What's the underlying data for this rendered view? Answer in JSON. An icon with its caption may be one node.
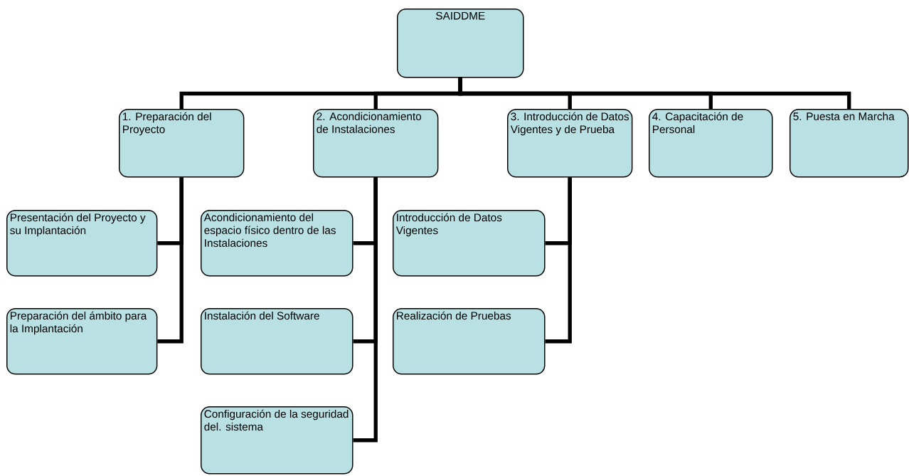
{
  "diagram": {
    "nodes": [
      {
        "text": [
          "SAIDDME"
        ]
      },
      {
        "text": [
          "1. Preparación del Proyecto"
        ]
      },
      {
        "text": [
          "2. Acondicionamiento de Instalaciones"
        ]
      },
      {
        "text": [
          "3. Introducción de Datos Vigentes y de Prueba"
        ]
      },
      {
        "text": [
          "4. Capacitación de Personal"
        ]
      },
      {
        "text": [
          "5. Puesta en Marcha"
        ]
      },
      {
        "text": [
          "Presentación del Proyecto y su Implantación"
        ]
      },
      {
        "text": [
          "Preparación del ámbito para la Implantación"
        ]
      },
      {
        "text": [
          "Acondicionamiento del espacio físico dentro de las Instalaciones"
        ]
      },
      {
        "text": [
          "Instalación del Software"
        ]
      },
      {
        "text": [
          "Configuración de la seguridad del. sistema"
        ]
      },
      {
        "text": [
          "Introducción de Datos Vigentes"
        ]
      },
      {
        "text": [
          "Realización de Pruebas"
        ]
      }
    ],
    "edges": [
      {
        "from": 0,
        "to": 1,
        "arrow": "none"
      },
      {
        "from": 0,
        "to": 2,
        "arrow": "none"
      },
      {
        "from": 0,
        "to": 3,
        "arrow": "none"
      },
      {
        "from": 0,
        "to": 4,
        "arrow": "none"
      },
      {
        "from": 0,
        "to": 5,
        "arrow": "none"
      },
      {
        "from": 1,
        "to": 6,
        "arrow": "none"
      },
      {
        "from": 1,
        "to": 7,
        "arrow": "none"
      },
      {
        "from": 2,
        "to": 8,
        "arrow": "none"
      },
      {
        "from": 2,
        "to": 9,
        "arrow": "none"
      },
      {
        "from": 2,
        "to": 10,
        "arrow": "none"
      },
      {
        "from": 3,
        "to": 11,
        "arrow": "none"
      },
      {
        "from": 3,
        "to": 12,
        "arrow": "none"
      }
    ]
  }
}
